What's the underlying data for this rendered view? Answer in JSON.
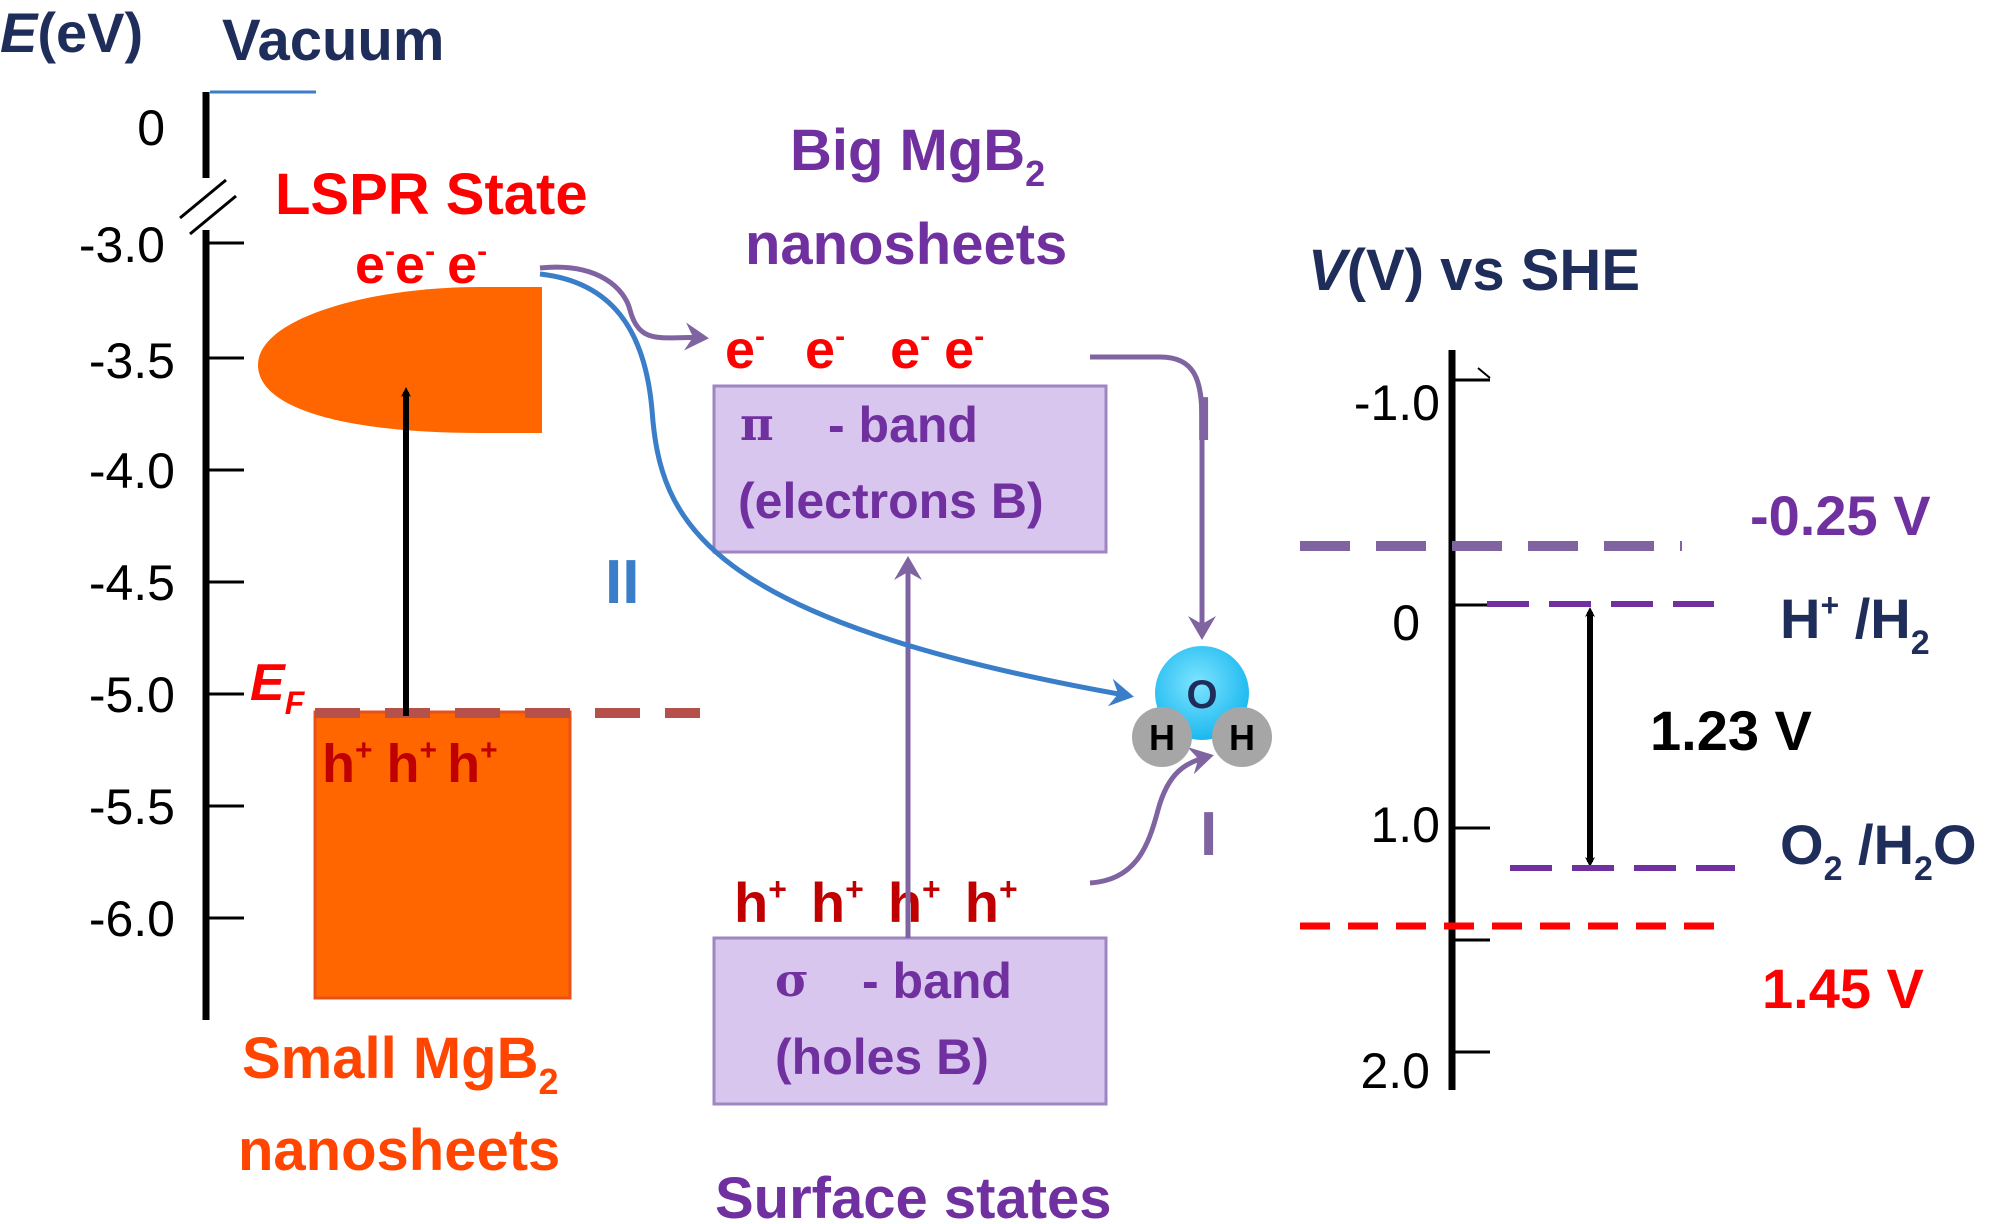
{
  "left_axis": {
    "title_italic": "E",
    "title_rest": "(eV)",
    "vacuum_label": "Vacuum",
    "ticks": [
      "0",
      "-3.0",
      "-3.5",
      "-4.0",
      "-4.5",
      "-5.0",
      "-5.5",
      "-6.0"
    ]
  },
  "lspr": {
    "label": "LSPR State",
    "electrons": "e",
    "electron_sup": "-"
  },
  "fermi": {
    "label": "E",
    "sub": "F"
  },
  "small_sheet": {
    "holes": "h",
    "hole_sup": "+",
    "line1_pre": "Small MgB",
    "sub": "2",
    "line2": "nanosheets"
  },
  "big_sheet": {
    "line1_pre": "Big MgB",
    "sub": "2",
    "line2": "nanosheets"
  },
  "pi_band": {
    "symbol": "π",
    "line1": "- band",
    "line2": "(electrons B)"
  },
  "sigma_band": {
    "symbol": "σ",
    "line1": "- band",
    "line2": "(holes B)"
  },
  "surface_states": "Surface states",
  "pathways": {
    "path1": "I",
    "path2": "II"
  },
  "water": {
    "o": "O",
    "h": "H"
  },
  "right_axis": {
    "title_italic": "V",
    "title_rest": "(V) vs SHE",
    "ticks": [
      "-1.0",
      "0",
      "1.0",
      "2.0"
    ]
  },
  "levels": {
    "cb": "-0.25 V",
    "h_pre": "H",
    "h_sup": "+",
    "h_post": " /H",
    "h_sub": "2",
    "gap": "1.23 V",
    "o_pre": "O",
    "o_sub1": "2",
    "o_mid": " /H",
    "o_sub2": "2",
    "o_post": "O",
    "vb": "1.45 V"
  },
  "colors": {
    "navy": "#1f2d5a",
    "red": "#ff0000",
    "dark_red": "#c00000",
    "orange": "#ff6600",
    "purple": "#7030a0",
    "band_fill": "#d9c6ee",
    "band_stroke": "#9f86c2",
    "blue": "#3a7dc9",
    "arrow_purple": "#8064a2"
  }
}
